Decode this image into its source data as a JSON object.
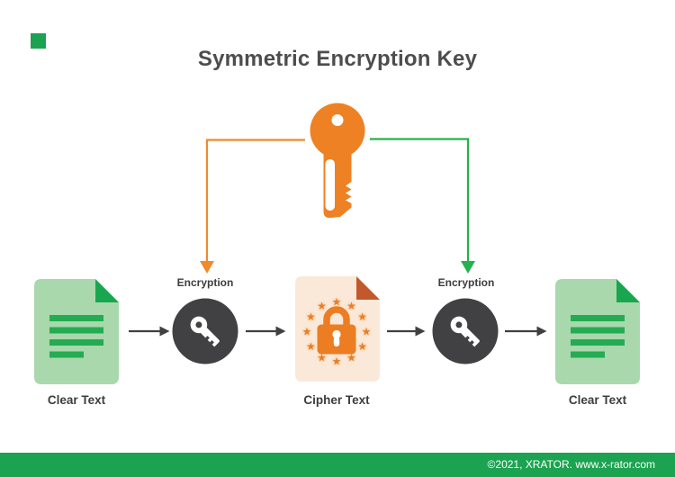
{
  "title": "Symmetric Encryption Key",
  "flow": {
    "steps": [
      {
        "type": "document",
        "label": "Clear Text"
      },
      {
        "type": "encryption-node",
        "label": "Encryption"
      },
      {
        "type": "document",
        "label": "Cipher Text"
      },
      {
        "type": "encryption-node",
        "label": "Encryption"
      },
      {
        "type": "document",
        "label": "Clear Text"
      }
    ]
  },
  "footer": {
    "text": "©2021, XRATOR. www.x-rator.com"
  },
  "icons": {
    "master_key": "key-icon",
    "node_key": "key-icon",
    "cipher_lock": "padlock-icon",
    "document": "document-icon",
    "star_glyph": "★"
  },
  "colors": {
    "orange": "#EE8124",
    "orange_line": "#F1892D",
    "green": "#1CA351",
    "green_line": "#23B24C",
    "dark": "#414042",
    "arrow": "#3F4040",
    "doc_green": "#A9D8AC",
    "doc_green_fold": "#18A74F",
    "doc_bar": "#25AB52",
    "doc_peach": "#FAE9D9",
    "doc_peach_fold": "#C2582B",
    "lock_orange": "#EC7D23",
    "title_text": "#4D4D4D",
    "label_text": "#3D3D3E",
    "footer_text": "#FFFFFF",
    "background": "#FFFFFF"
  }
}
